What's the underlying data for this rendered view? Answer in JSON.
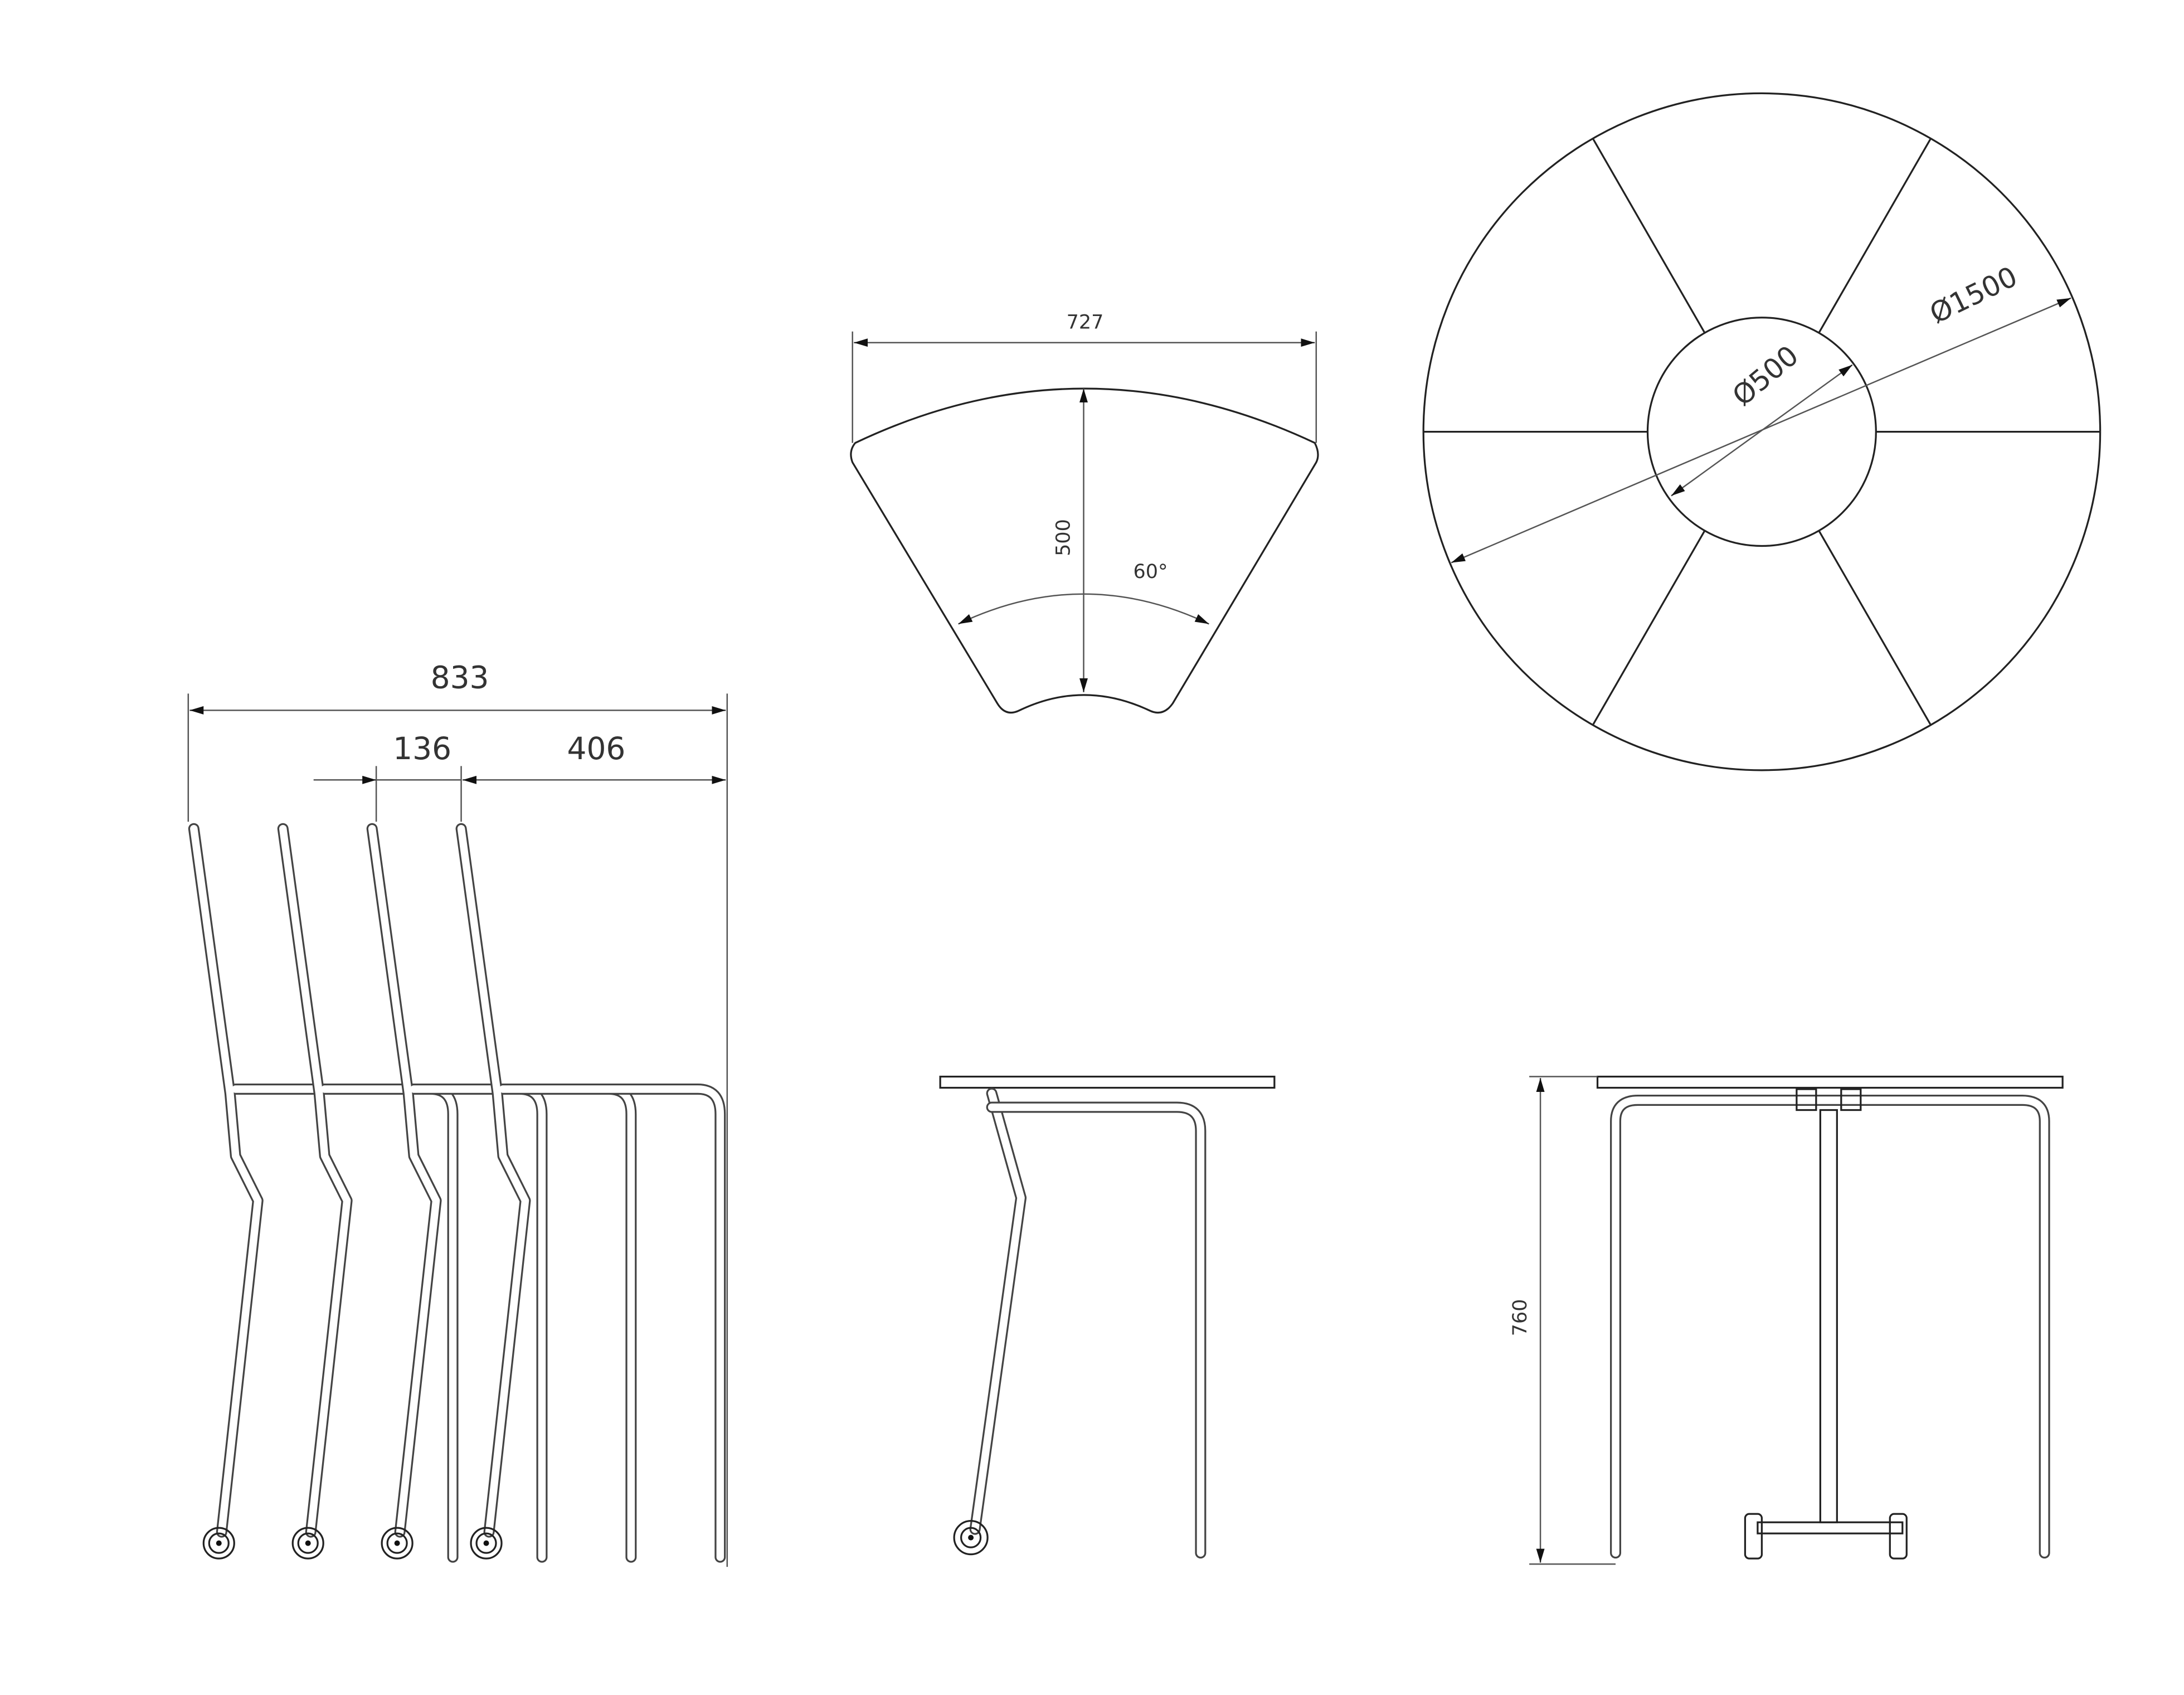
{
  "drawing": {
    "stacked_chairs": {
      "overall_width": "833",
      "stack_offset": "136",
      "seat_depth": "406"
    },
    "table_segment_top": {
      "width": "727",
      "depth": "500",
      "angle": "60°"
    },
    "table_round_top": {
      "inner_diameter": "Ø500",
      "outer_diameter": "Ø1500"
    },
    "table_front": {
      "height": "760"
    }
  }
}
